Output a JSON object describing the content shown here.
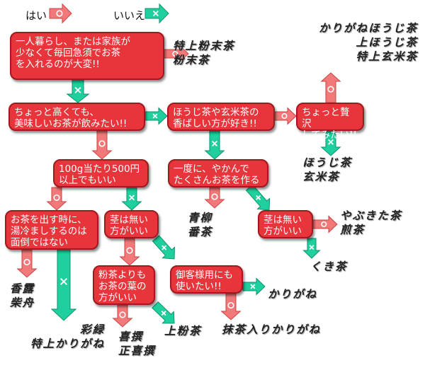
{
  "legend": {
    "yes": "はい",
    "no": "いいえ"
  },
  "colors": {
    "yes_arrow": "#f27979",
    "no_arrow": "#1fcf9d",
    "box_fill": "#e8353b"
  },
  "boxes": {
    "q1": "一人暮らし、または家族が\n少なくて毎回急須でお茶\nを入れるのが大変!!",
    "q2": "ちょっと高くても、\n美味しいお茶が飲みたい!!",
    "q3": "ほうじ茶や玄米茶の\n香ばしい方が好き!!",
    "q4": "ちょっと贅沢\nしてみたい!!",
    "q5": "100g当たり500円\n以上でもいい",
    "q6": "一度に、やかんで\nたくさんお茶を作る",
    "q7": "お茶を出す時に、\n湯冷ましするのは\n面倒ではない",
    "q8": "茎は無い\n方がいい",
    "q9": "茎は無い\n方がいい",
    "q10": "粉茶よりも\nお茶の葉の\n方がいい",
    "q11": "御客様用にも\n使いたい!!"
  },
  "results": {
    "r_powder": "特上粉末茶\n粉末茶",
    "r_luxury": "かりがねほうじ茶\n上ほうじ茶\n特上玄米茶",
    "r_houji": "ほうじ茶\n玄米茶",
    "r_aoyagi": "青柳\n番茶",
    "r_yabukita": "やぶきた茶\n煎茶",
    "r_kukicha": "くき茶",
    "r_karigane": "かりがね",
    "r_matcha": "抹茶入りかりがね",
    "r_kouro": "香露\n柴舟",
    "r_sairoku": "彩緑\n特上かりがね",
    "r_kisen": "喜撰\n正喜撰",
    "r_konacha": "上粉茶"
  }
}
